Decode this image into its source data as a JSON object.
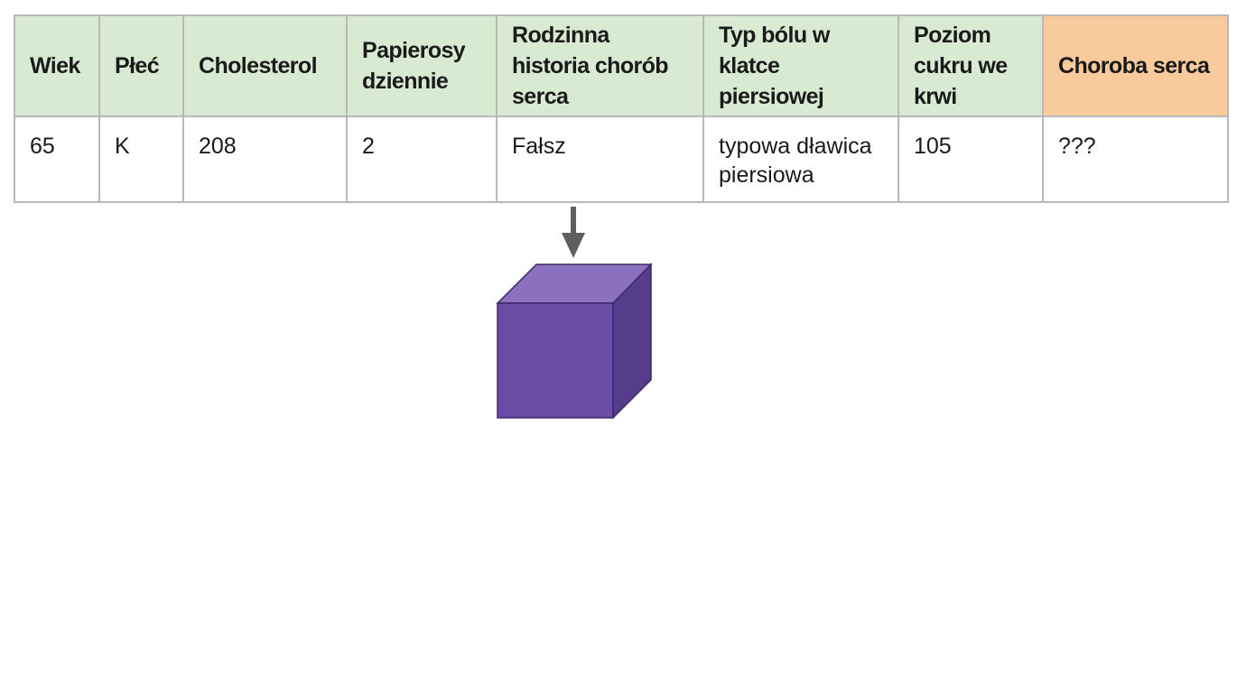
{
  "table": {
    "headers": [
      {
        "label": "Wiek",
        "kind": "feature"
      },
      {
        "label": "Płeć",
        "kind": "feature"
      },
      {
        "label": "Cholesterol",
        "kind": "feature"
      },
      {
        "label": "Papierosy dziennie",
        "kind": "feature"
      },
      {
        "label": "Rodzinna historia chorób serca",
        "kind": "feature"
      },
      {
        "label": "Typ bólu w klatce piersiowej",
        "kind": "feature"
      },
      {
        "label": "Poziom cukru we krwi",
        "kind": "feature"
      },
      {
        "label": "Choroba serca",
        "kind": "target"
      }
    ],
    "row": [
      "65",
      "K",
      "208",
      "2",
      "Fałsz",
      "typowa dławica piersiowa",
      "105",
      "???"
    ]
  },
  "colors": {
    "feature_header_bg": "#d9ead3",
    "target_header_bg": "#f9cb9c",
    "cube_front": "#6a4ca6",
    "cube_top": "#8a70bd",
    "cube_side": "#553d8c",
    "arrow": "#5f5f5f"
  },
  "icons": {
    "model": "purple-cube-icon",
    "flow": "down-arrow-icon"
  }
}
